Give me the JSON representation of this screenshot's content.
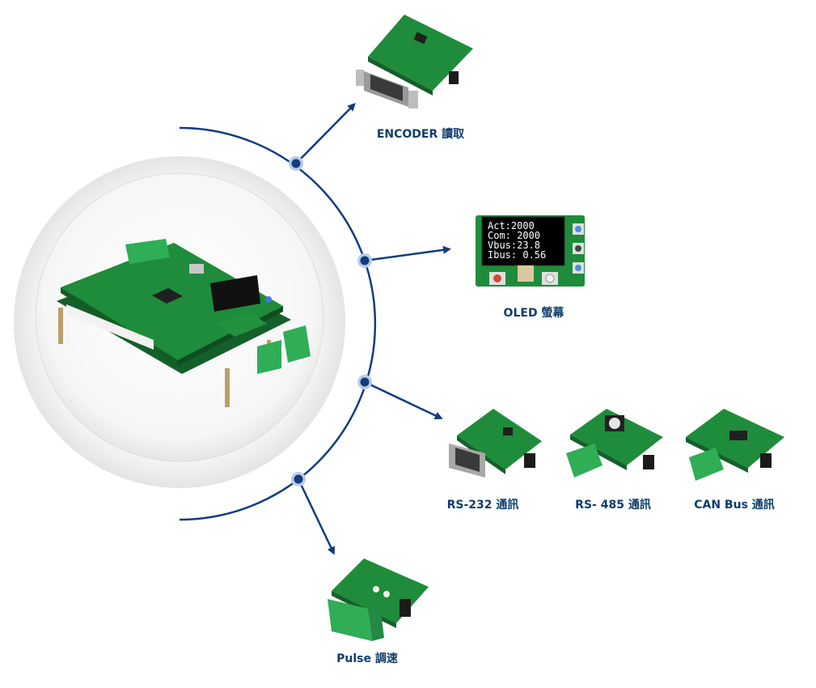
{
  "modules": {
    "encoder": {
      "label": "ENCODER 讀取"
    },
    "oled": {
      "label": "OLED 螢幕",
      "screen_lines": [
        "Act:2000",
        "Com: 2000",
        "Vbus:23.8",
        "Ibus: 0.56"
      ]
    },
    "rs232": {
      "label": "RS-232 通訊"
    },
    "rs485": {
      "label": "RS- 485 通訊"
    },
    "canbus": {
      "label": "CAN Bus 通訊"
    },
    "pulse": {
      "label": "Pulse 調速"
    }
  },
  "colors": {
    "line": "#0f3d7e",
    "node": "#0f3d7e",
    "node_halo": "#b9cbe6",
    "pcb": "#1e8c3a",
    "label": "#0f3d6e",
    "terminal": "#2fae56"
  }
}
